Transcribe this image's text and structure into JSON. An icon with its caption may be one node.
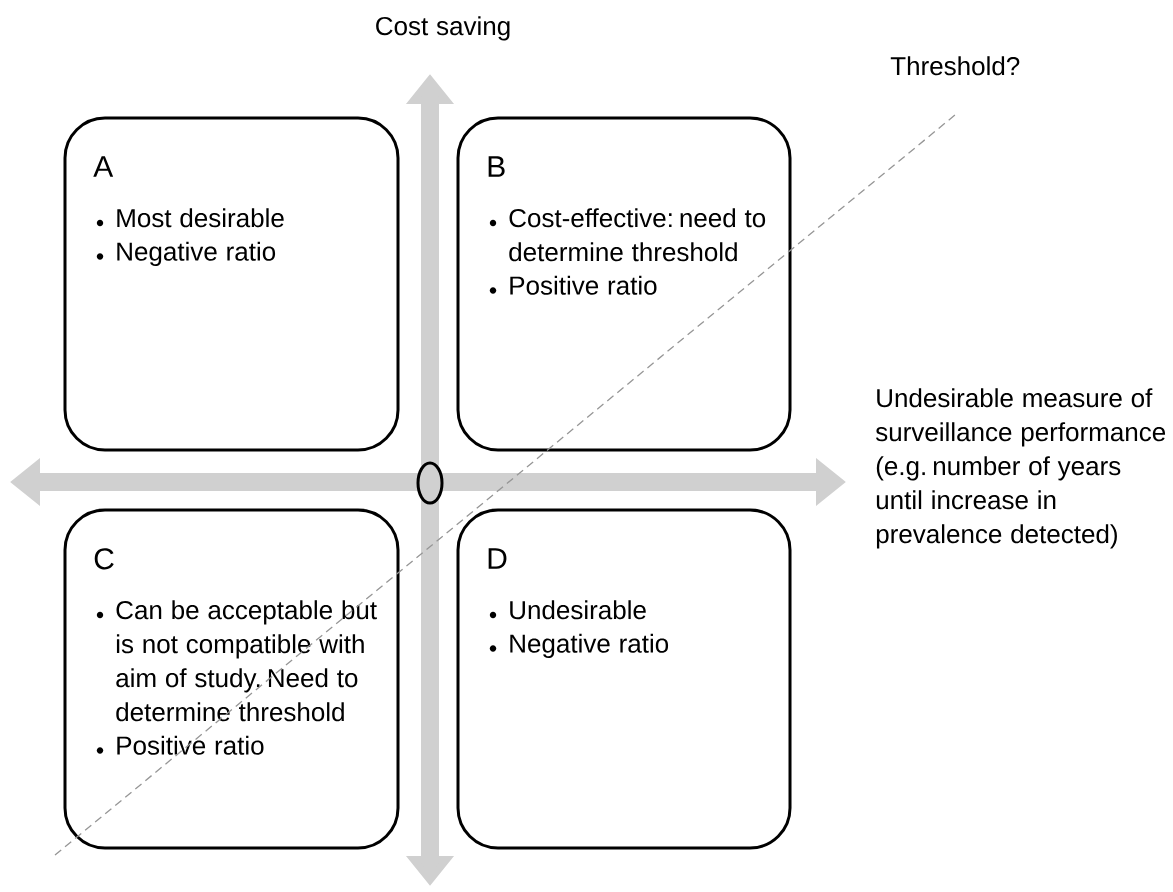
{
  "diagram": {
    "nodes": [
      {
        "text": [
          "A",
          "Most desirable",
          "Negative ratio"
        ]
      },
      {
        "text": [
          "B",
          "Cost-effective: need to determine threshold",
          "Positive ratio"
        ]
      },
      {
        "text": [
          "C",
          "Can be acceptable but is not compatible with aim of study. Need to determine threshold",
          "Positive ratio"
        ]
      },
      {
        "text": [
          "D",
          "Undesirable",
          "Negative ratio"
        ]
      }
    ],
    "labels": [
      "Cost saving",
      "Threshold?",
      "Undesirable measure of surveillance performance (e.g. number of years until increase in prevalence detected)"
    ]
  }
}
